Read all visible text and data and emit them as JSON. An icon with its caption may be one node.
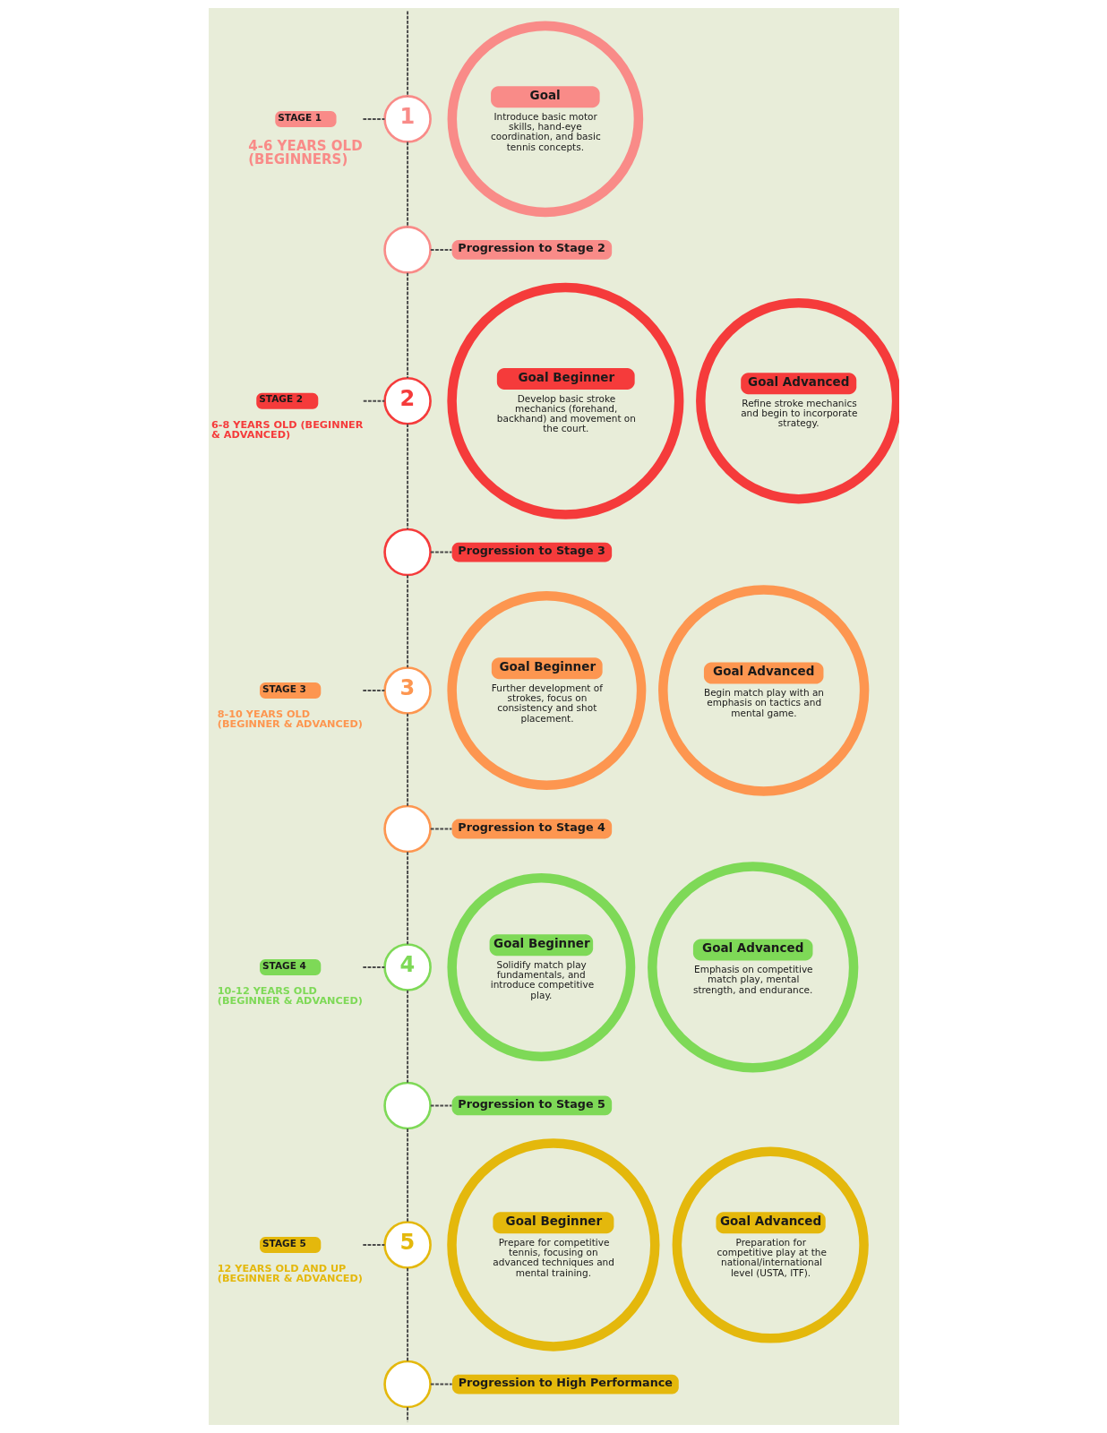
{
  "diagram": {
    "nodes": [
      {
        "text": [
          "STAGE 1"
        ],
        "beside": [
          "4-6 YEARS OLD (BEGINNERS)"
        ]
      },
      {
        "text": [
          "1"
        ]
      },
      {
        "text": [
          "Goal",
          "Introduce basic motor skills, hand-eye coordination, and basic tennis concepts."
        ]
      },
      {
        "text": [],
        "shape": "circle"
      },
      {
        "text": [
          "Progression to Stage 2"
        ]
      },
      {
        "text": [
          "STAGE 2"
        ],
        "beside": [
          "6-8 YEARS OLD (BEGINNER & ADVANCED)"
        ]
      },
      {
        "text": [
          "2"
        ]
      },
      {
        "text": [
          "Goal Beginner",
          "Develop basic stroke mechanics (forehand, backhand) and movement on the court."
        ]
      },
      {
        "text": [
          "Goal Advanced",
          "Refine stroke mechanics and begin to incorporate strategy."
        ]
      },
      {
        "text": [],
        "shape": "circle"
      },
      {
        "text": [
          "Progression to Stage 3"
        ]
      },
      {
        "text": [
          "STAGE 3"
        ],
        "beside": [
          "8-10 YEARS OLD (BEGINNER & ADVANCED)"
        ]
      },
      {
        "text": [
          "3"
        ]
      },
      {
        "text": [
          "Goal Beginner",
          "Further development of strokes, focus on consistency and shot placement."
        ]
      },
      {
        "text": [
          "Goal Advanced",
          "Begin match play with an emphasis on tactics and mental game."
        ]
      },
      {
        "text": [],
        "shape": "circle"
      },
      {
        "text": [
          "Progression to Stage 4"
        ]
      },
      {
        "text": [
          "STAGE 4"
        ],
        "beside": [
          "10-12 YEARS OLD (BEGINNER & ADVANCED)"
        ]
      },
      {
        "text": [
          "4"
        ]
      },
      {
        "text": [
          "Goal Beginner",
          "Solidify match play fundamentals, and introduce competitive play."
        ]
      },
      {
        "text": [
          "Goal Advanced",
          "Emphasis on competitive match play, mental strength, and endurance."
        ]
      },
      {
        "text": [],
        "shape": "circle"
      },
      {
        "text": [
          "Progression to Stage 5"
        ]
      },
      {
        "text": [
          "STAGE 5"
        ],
        "beside": [
          "12 YEARS OLD AND UP (BEGINNER & ADVANCED)"
        ]
      },
      {
        "text": [
          "5"
        ]
      },
      {
        "text": [
          "Goal Beginner",
          "Prepare for competitive tennis, focusing on advanced techniques and mental training."
        ]
      },
      {
        "text": [
          "Goal Advanced",
          "Preparation for competitive play at the national/international level (USTA, ITF)."
        ]
      },
      {
        "text": [],
        "shape": "circle"
      },
      {
        "text": [
          "Progression to High Performance"
        ]
      }
    ],
    "edges": [
      {
        "from": null,
        "to": 1,
        "arrow": "none",
        "style": "dashed"
      },
      {
        "from": 0,
        "to": 1,
        "arrow": "none",
        "style": "dashed"
      },
      {
        "from": 1,
        "to": 3,
        "arrow": "none",
        "style": "dashed"
      },
      {
        "from": 3,
        "to": 4,
        "arrow": "none",
        "style": "dashed"
      },
      {
        "from": 3,
        "to": 6,
        "arrow": "none",
        "style": "dashed"
      },
      {
        "from": 5,
        "to": 6,
        "arrow": "none",
        "style": "dashed"
      },
      {
        "from": 6,
        "to": 9,
        "arrow": "none",
        "style": "dashed"
      },
      {
        "from": 9,
        "to": 10,
        "arrow": "none",
        "style": "dashed"
      },
      {
        "from": 9,
        "to": 12,
        "arrow": "none",
        "style": "dashed"
      },
      {
        "from": 11,
        "to": 12,
        "arrow": "none",
        "style": "dashed"
      },
      {
        "from": 12,
        "to": 15,
        "arrow": "none",
        "style": "dashed"
      },
      {
        "from": 15,
        "to": 16,
        "arrow": "none",
        "style": "dashed"
      },
      {
        "from": 15,
        "to": 18,
        "arrow": "none",
        "style": "dashed"
      },
      {
        "from": 17,
        "to": 18,
        "arrow": "none",
        "style": "dashed"
      },
      {
        "from": 18,
        "to": 21,
        "arrow": "none",
        "style": "dashed"
      },
      {
        "from": 21,
        "to": 22,
        "arrow": "none",
        "style": "dashed"
      },
      {
        "from": 21,
        "to": 24,
        "arrow": "none",
        "style": "dashed"
      },
      {
        "from": 23,
        "to": 24,
        "arrow": "none",
        "style": "dashed"
      },
      {
        "from": 24,
        "to": 27,
        "arrow": "none",
        "style": "dashed"
      },
      {
        "from": 27,
        "to": 28,
        "arrow": "none",
        "style": "dashed"
      },
      {
        "from": 27,
        "to": null,
        "arrow": "none",
        "style": "dashed"
      }
    ]
  }
}
